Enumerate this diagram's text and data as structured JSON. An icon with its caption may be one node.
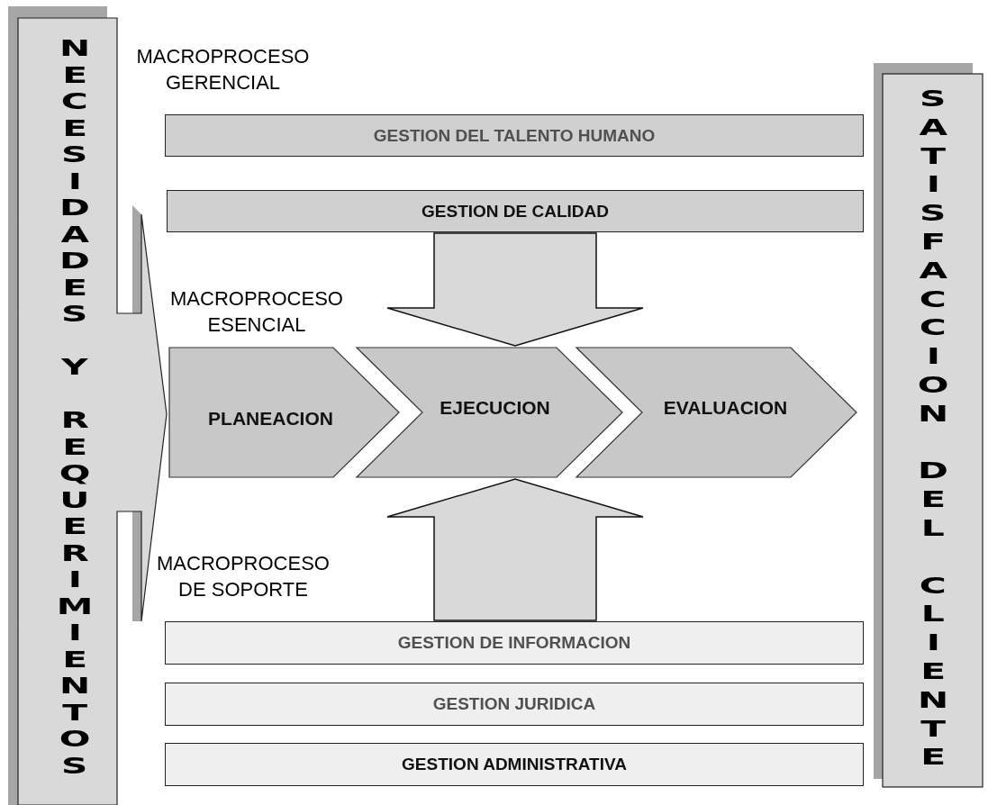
{
  "diagram": {
    "nodes": [
      {
        "text": [
          "NECESIDADES Y REQUERIMIENTOS"
        ]
      },
      {
        "text": [
          "GESTION DEL TALENTO HUMANO"
        ]
      },
      {
        "text": [
          "GESTION DE CALIDAD"
        ]
      },
      {
        "text": [
          "PLANEACION"
        ]
      },
      {
        "text": [
          "EJECUCION"
        ]
      },
      {
        "text": [
          "EVALUACION"
        ]
      },
      {
        "text": [
          "GESTION DE INFORMACION"
        ]
      },
      {
        "text": [
          "GESTION JURIDICA"
        ]
      },
      {
        "text": [
          "GESTION ADMINISTRATIVA"
        ]
      },
      {
        "text": [
          "SATISFACCION DEL CLIENTE"
        ]
      }
    ],
    "edges": [
      {
        "from": 2,
        "to": 4,
        "arrow": "to",
        "style": "thick"
      },
      {
        "from": 6,
        "to": 4,
        "arrow": "to",
        "style": "thick"
      }
    ],
    "labels": [
      "MACROPROCESO GERENCIAL",
      "MACROPROCESO ESENCIAL",
      "MACROPROCESO DE SOPORTE"
    ]
  }
}
